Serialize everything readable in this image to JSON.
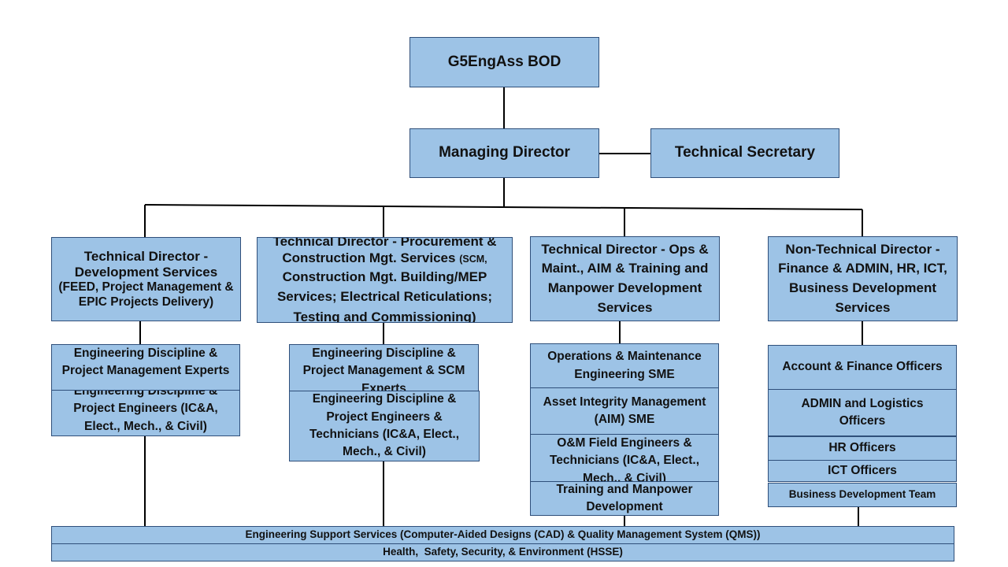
{
  "chart": {
    "board": "G5EngAss BOD",
    "managing_director": "Managing Director",
    "technical_secretary": "Technical Secretary",
    "directors": [
      {
        "title": "Technical Director - Development Services",
        "detail": "(FEED, Project Management & EPIC Projects Delivery)",
        "units": [
          "Engineering Discipline & Project Management Experts",
          "Engineering Discipline & Project Engineers (IC&A, Elect., Mech., & Civil)"
        ]
      },
      {
        "title": "Technical Director - Procurement & Construction Mgt. Services",
        "detail_lead": "(SCM,",
        "detail": "Construction Mgt. Building/MEP Services; Electrical Reticulations; Testing and Commissioning)",
        "units": [
          "Engineering Discipline & Project Management & SCM Experts",
          "Engineering Discipline & Project Engineers & Technicians (IC&A, Elect., Mech., & Civil)"
        ]
      },
      {
        "title": "Technical Director - Ops & Maint., AIM & Training and Manpower Development Services",
        "units": [
          "Operations & Maintenance Engineering SME",
          "Asset Integrity Management (AIM) SME",
          "O&M Field Engineers & Technicians (IC&A, Elect., Mech., & Civil)",
          "Training and Manpower Development"
        ]
      },
      {
        "title": "Non-Technical Director - Finance & ADMIN, HR, ICT, Business Development Services",
        "units": [
          "Account & Finance Officers",
          "ADMIN and Logistics Officers",
          "HR Officers",
          "ICT Officers",
          "Business Development Team"
        ]
      }
    ],
    "shared_services": [
      "Engineering Support Services (Computer-Aided Designs (CAD) & Quality Management System (QMS))",
      "Health,  Safety, Security, & Environment (HSSE)"
    ]
  }
}
